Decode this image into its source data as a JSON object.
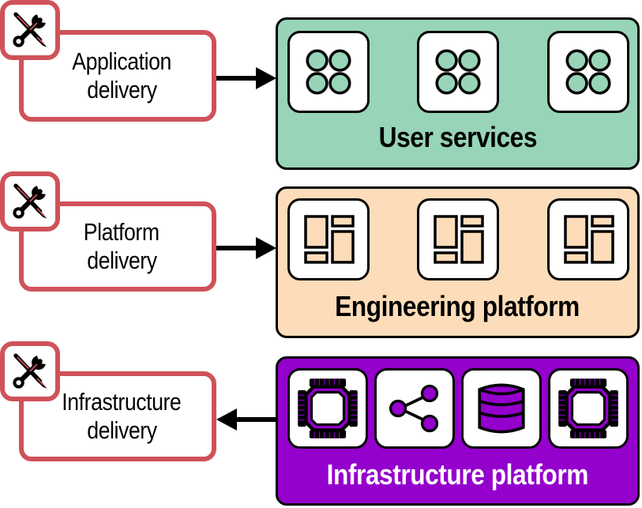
{
  "colors": {
    "delivery_border": "#cf5259",
    "user_services_bg": "#98d4b7",
    "engineering_platform_bg": "#fddcb9",
    "infrastructure_platform_bg": "#9400cc",
    "outline": "#000000"
  },
  "rows": [
    {
      "delivery": {
        "line1": "Application",
        "line2": "delivery",
        "icon": "tools-icon"
      },
      "arrow_direction": "right",
      "layer": {
        "title": "User services",
        "tile_icons": [
          "service-grid-icon",
          "service-grid-icon",
          "service-grid-icon"
        ]
      }
    },
    {
      "delivery": {
        "line1": "Platform",
        "line2": "delivery",
        "icon": "tools-icon"
      },
      "arrow_direction": "right",
      "layer": {
        "title": "Engineering platform",
        "tile_icons": [
          "dashboard-layout-icon",
          "dashboard-layout-icon",
          "dashboard-layout-icon"
        ]
      }
    },
    {
      "delivery": {
        "line1": "Infrastructure",
        "line2": "delivery",
        "icon": "tools-icon"
      },
      "arrow_direction": "left",
      "layer": {
        "title": "Infrastructure platform",
        "tile_icons": [
          "cpu-chip-icon",
          "share-network-icon",
          "database-icon",
          "cpu-chip-icon"
        ]
      }
    }
  ]
}
